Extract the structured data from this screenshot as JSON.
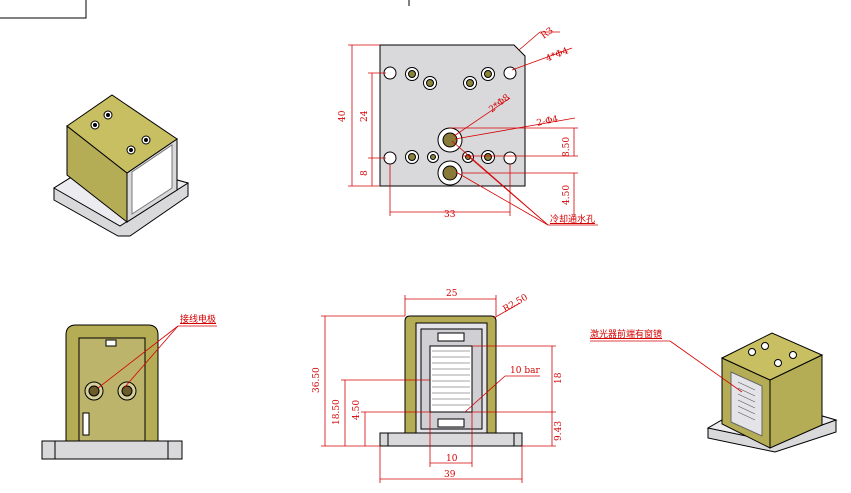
{
  "colors": {
    "dimension_red": "#d40000",
    "plate_gray": "#d9d9dc",
    "body_olive": "#b5ad55",
    "body_olive_dark": "#8a8439",
    "hole_dark": "#6b5b2a",
    "outline": "#000000"
  },
  "top_view": {
    "dims": {
      "height_40": "40",
      "inner_24": "24",
      "lower_8": "8",
      "width_33": "33",
      "right_8_50": "8.50",
      "right_4_50": "4.50",
      "radius_r3": "R3",
      "holes_4x_phi4": "4*Φ4",
      "holes_2x_phi8": "2*Φ8",
      "holes_2_phi4": "2-Φ4"
    },
    "annotation_cooling": "冷却通水孔"
  },
  "side_view_left": {
    "annotation_electrode": "接线电极"
  },
  "front_view": {
    "dims": {
      "width_25": "25",
      "radius_r2_50": "R2.50",
      "height_36_50": "36.50",
      "left_18_50": "18.50",
      "left_4_50": "4.50",
      "right_18": "18",
      "right_9_43": "9.43",
      "bar_label": "10 bar",
      "bottom_10": "10",
      "bottom_39": "39"
    }
  },
  "iso_view_right": {
    "annotation_window": "激光器前端有窗镜"
  }
}
